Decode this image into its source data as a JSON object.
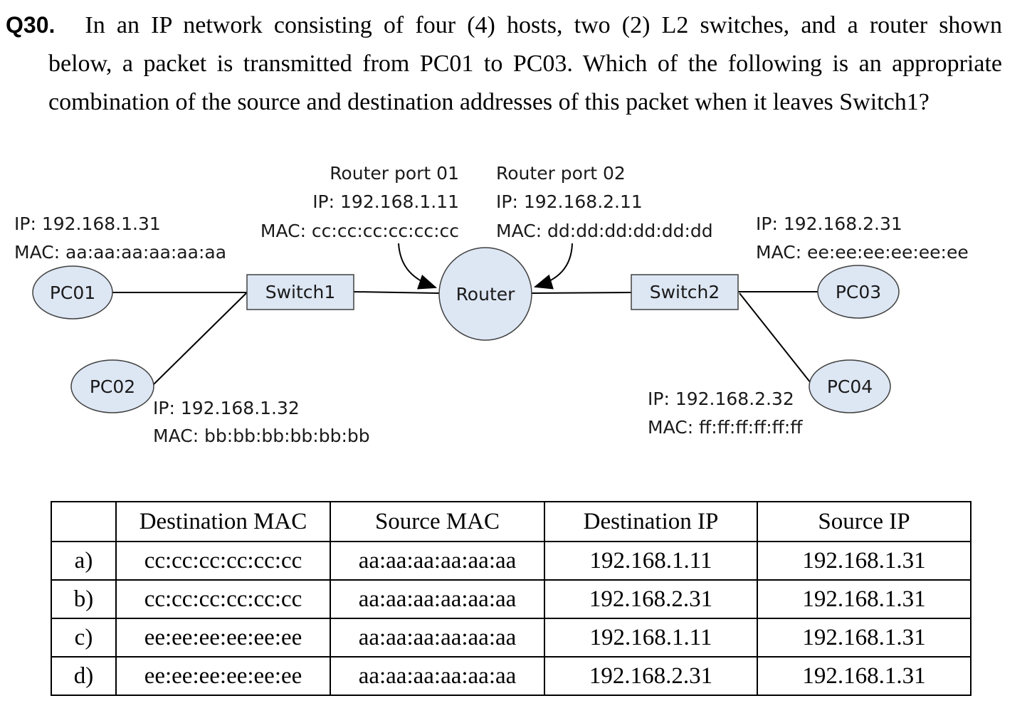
{
  "question": {
    "number": "Q30.",
    "line1": "In an IP network consisting of four (4) hosts, two (2) L2 switches, and a router shown",
    "line2": "below, a packet is transmitted from PC01 to PC03. Which of the following is an appropriate",
    "line3": "combination of the source and destination addresses of this packet when it leaves Switch1?"
  },
  "diagram": {
    "nodes": {
      "pc01": "PC01",
      "pc02": "PC02",
      "pc03": "PC03",
      "pc04": "PC04",
      "switch1": "Switch1",
      "switch2": "Switch2",
      "router": "Router"
    },
    "labels": {
      "pc01_ip": "IP: 192.168.1.31",
      "pc01_mac": "MAC: aa:aa:aa:aa:aa:aa",
      "pc02_ip": "IP: 192.168.1.32",
      "pc02_mac": "MAC: bb:bb:bb:bb:bb:bb",
      "pc03_ip": "IP: 192.168.2.31",
      "pc03_mac": "MAC: ee:ee:ee:ee:ee:ee",
      "pc04_ip": "IP: 192.168.2.32",
      "pc04_mac": "MAC: ff:ff:ff:ff:ff:ff",
      "port01_title": "Router port 01",
      "port01_ip": "IP: 192.168.1.11",
      "port01_mac": "MAC: cc:cc:cc:cc:cc:cc",
      "port02_title": "Router port 02",
      "port02_ip": "IP: 192.168.2.11",
      "port02_mac": "MAC: dd:dd:dd:dd:dd:dd"
    },
    "colors": {
      "node_fill": "#dde6f3",
      "node_stroke": "#404040",
      "line": "#000000"
    }
  },
  "table": {
    "headers": [
      "",
      "Destination MAC",
      "Source MAC",
      "Destination IP",
      "Source IP"
    ],
    "rows": [
      [
        "a)",
        "cc:cc:cc:cc:cc:cc",
        "aa:aa:aa:aa:aa:aa",
        "192.168.1.11",
        "192.168.1.31"
      ],
      [
        "b)",
        "cc:cc:cc:cc:cc:cc",
        "aa:aa:aa:aa:aa:aa",
        "192.168.2.31",
        "192.168.1.31"
      ],
      [
        "c)",
        "ee:ee:ee:ee:ee:ee",
        "aa:aa:aa:aa:aa:aa",
        "192.168.1.11",
        "192.168.1.31"
      ],
      [
        "d)",
        "ee:ee:ee:ee:ee:ee",
        "aa:aa:aa:aa:aa:aa",
        "192.168.2.31",
        "192.168.1.31"
      ]
    ]
  }
}
